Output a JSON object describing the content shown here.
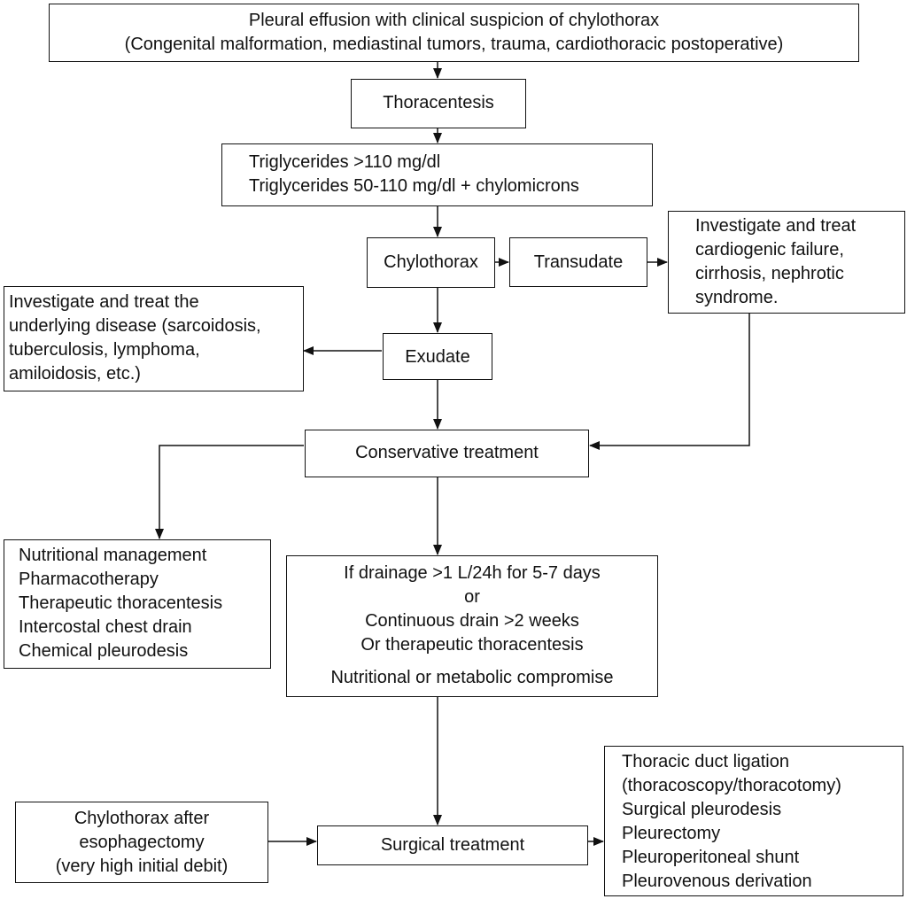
{
  "nodes": {
    "effusion": {
      "lines": [
        "Pleural effusion with clinical suspicion of chylothorax",
        "(Congenital malformation, mediastinal tumors, trauma, cardiothoracic postoperative)"
      ]
    },
    "thoracentesis": {
      "lines": [
        "Thoracentesis"
      ]
    },
    "triglycerides": {
      "lines": [
        "Triglycerides >110 mg/dl",
        "Triglycerides 50-110 mg/dl + chylomicrons"
      ]
    },
    "chylothorax": {
      "lines": [
        "Chylothorax"
      ]
    },
    "transudate": {
      "lines": [
        "Transudate"
      ]
    },
    "cardiogenic": {
      "lines": [
        "Investigate and treat",
        "cardiogenic failure,",
        "cirrhosis, nephrotic",
        "syndrome."
      ]
    },
    "underlying": {
      "lines": [
        "Investigate and treat the",
        "underlying disease (sarcoidosis,",
        "tuberculosis, lymphoma,",
        "amiloidosis, etc.)"
      ]
    },
    "exudate": {
      "lines": [
        "Exudate"
      ]
    },
    "conservative": {
      "lines": [
        "Conservative treatment"
      ]
    },
    "conservative_options": {
      "lines": [
        "Nutritional management",
        "Pharmacotherapy",
        "Therapeutic thoracentesis",
        "Intercostal chest drain",
        "Chemical pleurodesis"
      ]
    },
    "drainage_criteria": {
      "lines": [
        "If drainage >1 L/24h for 5-7 days",
        "or",
        "Continuous drain >2 weeks",
        "Or therapeutic thoracentesis",
        "Nutritional or metabolic compromise"
      ]
    },
    "esophagectomy": {
      "lines": [
        "Chylothorax after",
        "esophagectomy",
        "(very high initial debit)"
      ]
    },
    "surgical": {
      "lines": [
        "Surgical treatment"
      ]
    },
    "surgical_options": {
      "lines": [
        "Thoracic duct ligation",
        "(thoracoscopy/thoracotomy)",
        "Surgical pleurodesis",
        "Pleurectomy",
        "Pleuroperitoneal shunt",
        "Pleurovenous derivation"
      ]
    }
  }
}
